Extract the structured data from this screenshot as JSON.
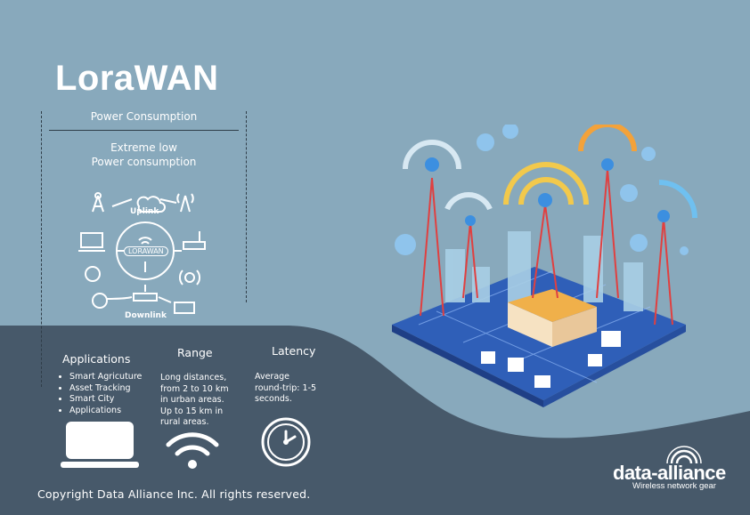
{
  "header": {
    "title": "LoraWAN",
    "subtitle": "Power Consumption",
    "feature": "Extreme low",
    "feature2": "Power consumption"
  },
  "diagram": {
    "uplink": "Uplink",
    "center": "LORAWAN",
    "downlink": "Downlink"
  },
  "applications": {
    "title": "Applications",
    "items": [
      "Smart Agricuture",
      "Asset Tracking",
      "Smart City",
      "Applications"
    ]
  },
  "range": {
    "title": "Range",
    "lines": [
      "Long distances,",
      "from 2 to 10 km",
      "in urban areas.",
      "Up to 15 km in",
      "rural areas."
    ]
  },
  "latency": {
    "title": "Latency",
    "lines": [
      "Average",
      "round-trip: 1-5",
      "seconds."
    ]
  },
  "footer": {
    "copyright": "Copyright Data Alliance Inc.  All rights reserved."
  },
  "logo": {
    "name": "data-alliance",
    "tagline": "Wireless network gear"
  },
  "colors": {
    "background": "#88a9bc",
    "panel": "#47596a",
    "platform": "#2f5fb8",
    "accent_orange": "#f3a23a",
    "accent_yellow": "#f2c94c"
  }
}
